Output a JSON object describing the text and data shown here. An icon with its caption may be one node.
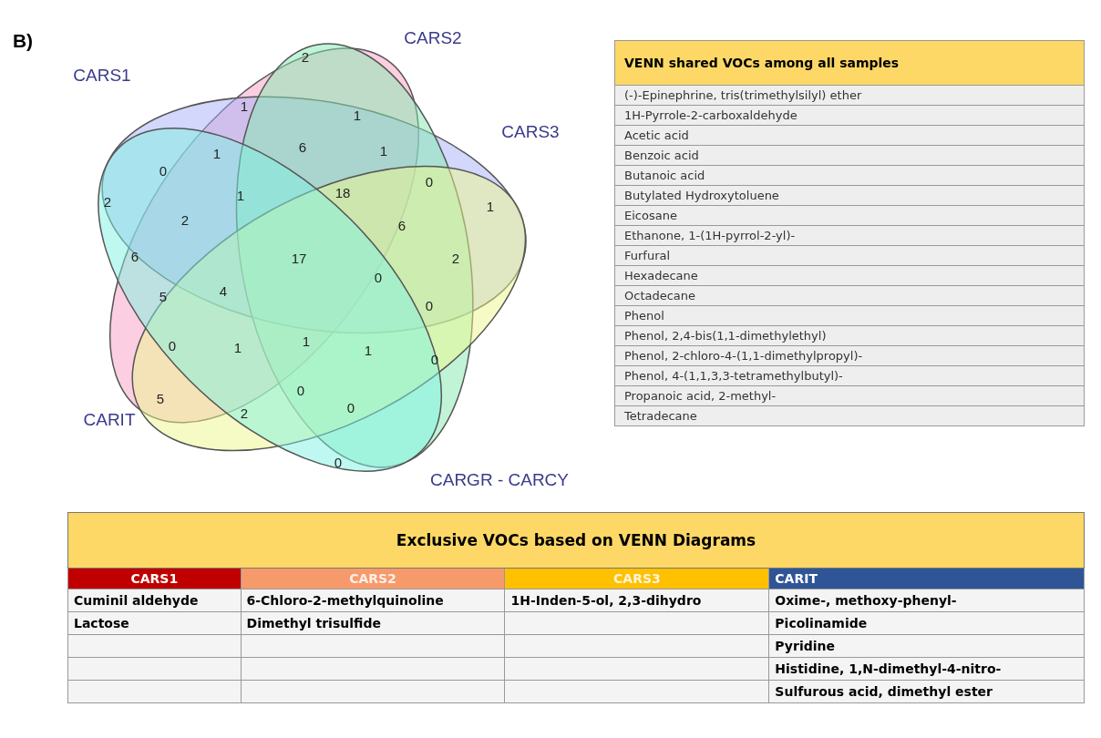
{
  "diagram": {
    "labels": [
      "B)",
      "CARS2",
      "2",
      "CARS1",
      "1",
      "1",
      "CARS3",
      "1",
      "0",
      "6",
      "1",
      "0",
      "18",
      "2",
      "1",
      "1",
      "2",
      "6",
      "6",
      "17",
      "2",
      "0",
      "5",
      "4",
      "0",
      "0",
      "1",
      "1",
      "1",
      "0",
      "5",
      "0",
      "0",
      "2",
      "CARIT",
      "0",
      "CARGR - CARCY",
      "VENN shared VOCs among all samples",
      "(-)-Epinephrine, tris(trimethylsilyl) ether",
      "1H-Pyrrole-2-carboxaldehyde",
      "Acetic acid",
      "Benzoic acid",
      "Butanoic acid",
      "Butylated Hydroxytoluene",
      "Eicosane",
      "Ethanone, 1-(1H-pyrrol-2-yl)-",
      "Furfural",
      "Hexadecane",
      "Octadecane",
      "Phenol",
      "Phenol, 2,4-bis(1,1-dimethylethyl)",
      "Phenol, 2-chloro-4-(1,1-dimethylpropyl)-",
      "Phenol, 4-(1,1,3,3-tetramethylbutyl)-",
      "Propanoic acid, 2-methyl-",
      "Tetradecane",
      "Exclusive VOCs based on VENN Diagrams",
      "CARS1",
      "CARS2",
      "CARS3",
      "CARIT",
      "Cuminil aldehyde",
      "6-Chloro-2-methylquinoline",
      "1H-Inden-5-ol, 2,3-dihydro",
      "Oxime-, methoxy-phenyl-",
      "Lactose",
      "Dimethyl trisulfide",
      "Picolinamide",
      "Pyridine",
      "Histidine, 1,N-dimethyl-4-nitro-",
      "Sulfurous acid, dimethyl ester"
    ]
  }
}
